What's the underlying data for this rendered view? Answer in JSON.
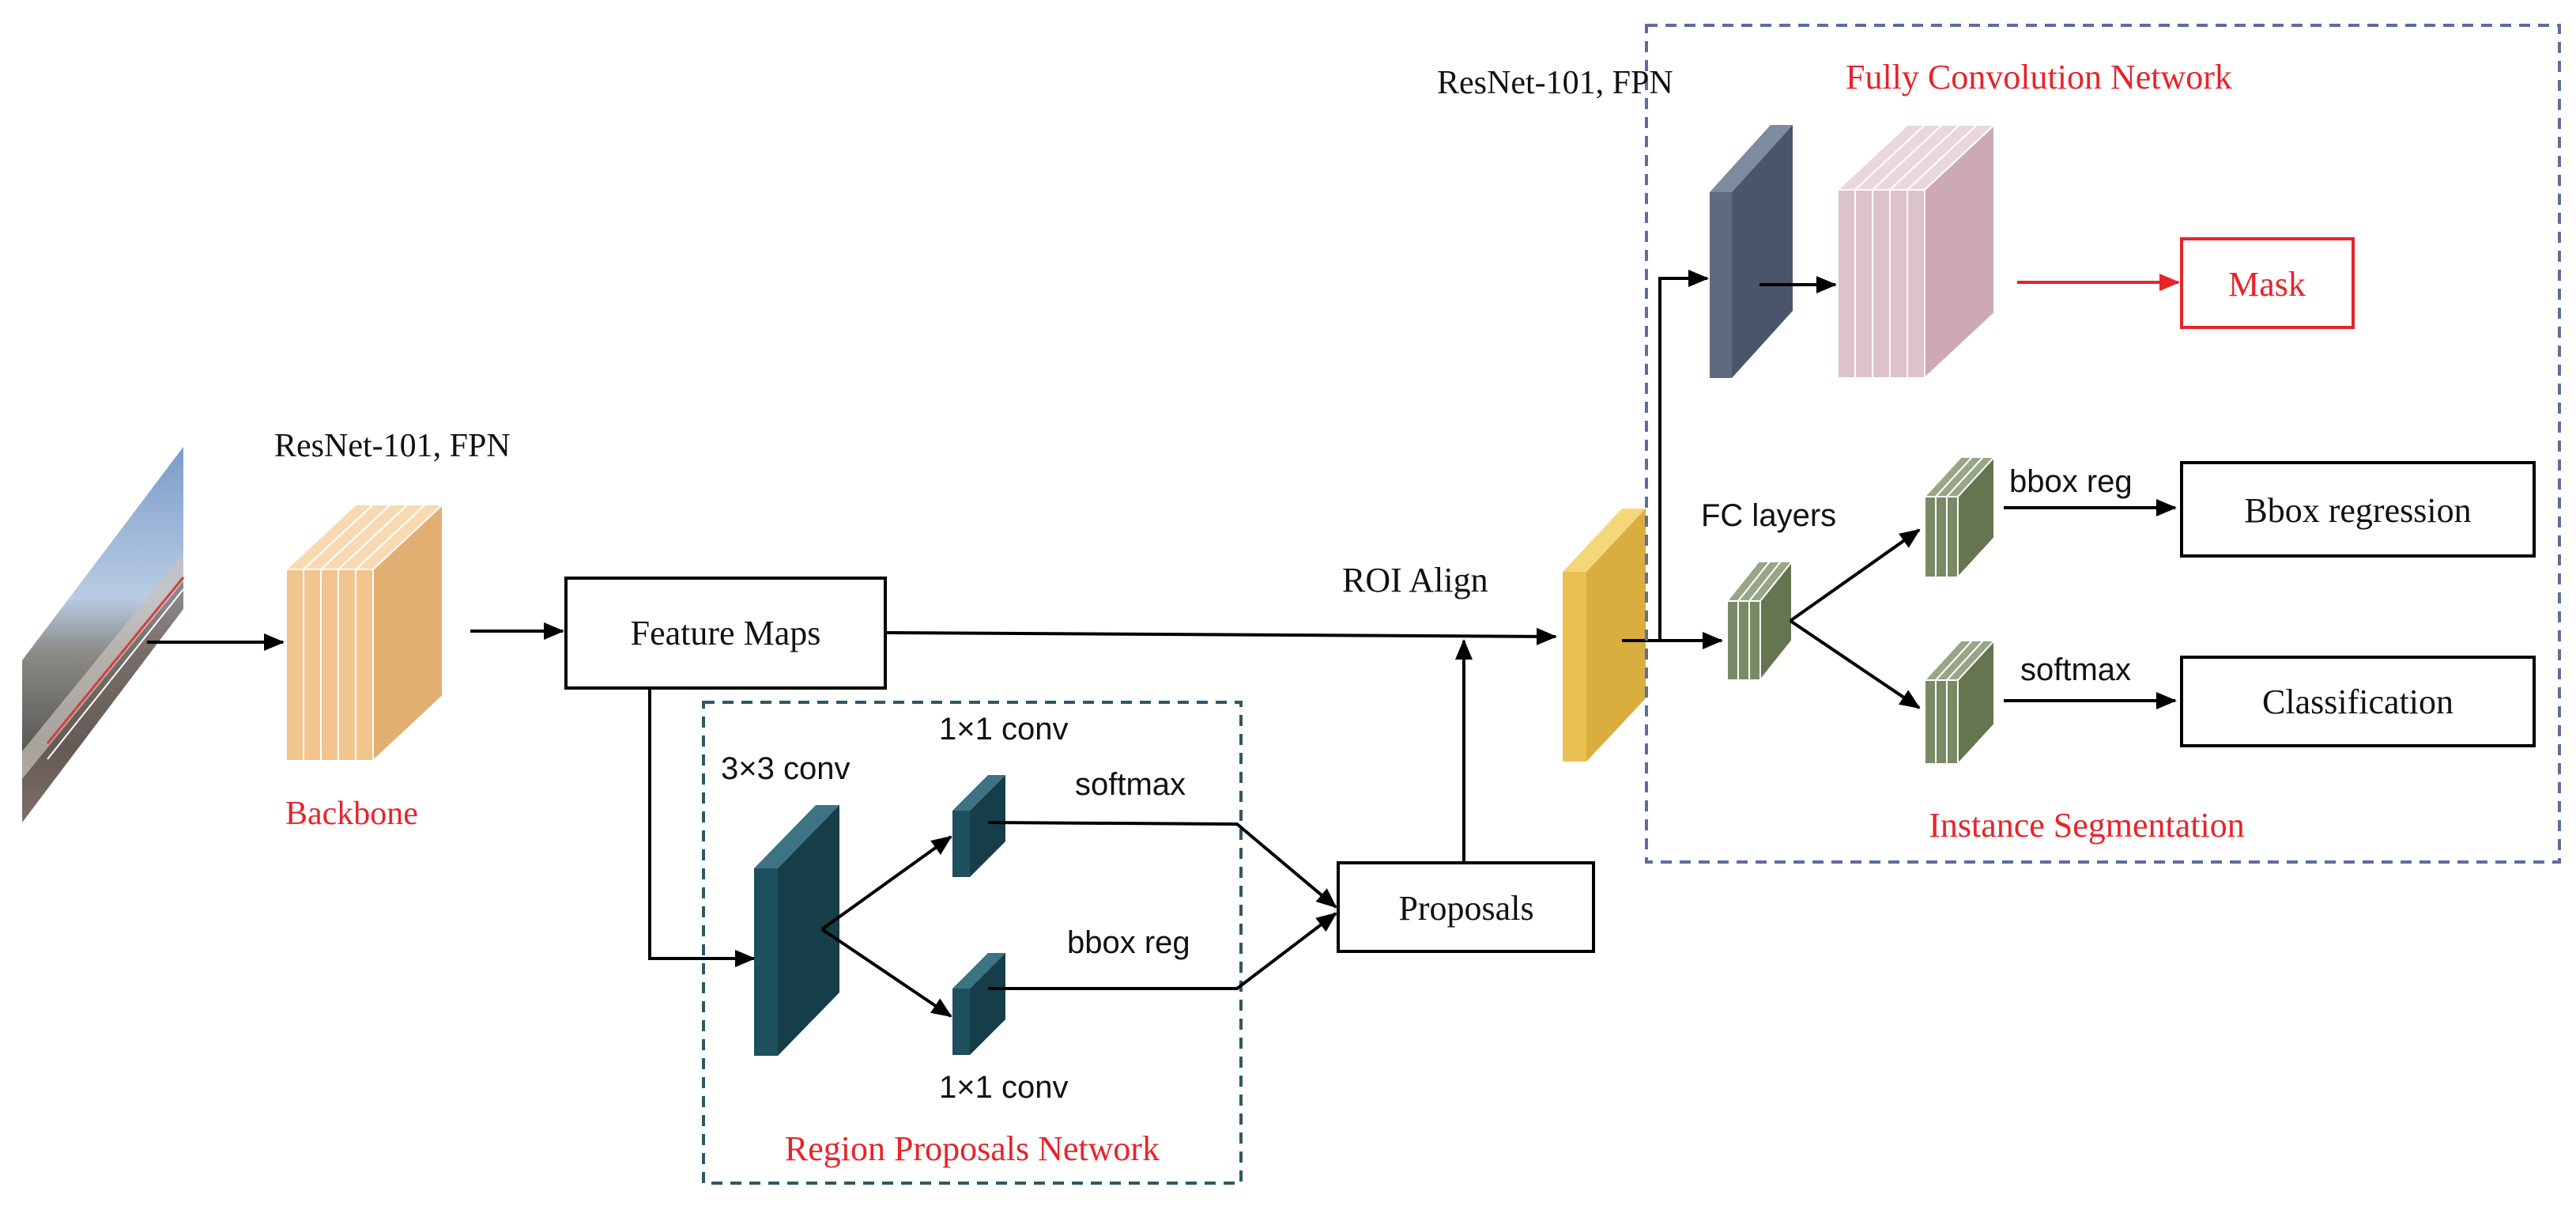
{
  "colors": {
    "backbone": "#F2C48E",
    "rpn": "#1E4F5C",
    "roi": "#E9C052",
    "fcn_conv": "#5E6A80",
    "fcn_stack": "#DCC3C9",
    "fc_layers": "#7A8A66",
    "red_label": "#E8232A",
    "dashed_border": "#5B6E9E",
    "rpn_border": "#2E5868"
  },
  "labels": {
    "backbone_title": "ResNet-101, FPN",
    "backbone": "Backbone",
    "feature_maps": "Feature Maps",
    "conv3x3": "3×3 conv",
    "conv1x1_top": "1×1 conv",
    "conv1x1_bottom": "1×1 conv",
    "softmax_rpn": "softmax",
    "bboxreg_rpn": "bbox reg",
    "rpn": "Region Proposals Network",
    "proposals": "Proposals",
    "roi_align": "ROI Align",
    "fcn_title": "ResNet-101, FPN",
    "fcn": "Fully Convolution Network",
    "mask": "Mask",
    "fc_layers": "FC layers",
    "bboxreg_head": "bbox reg",
    "softmax_head": "softmax",
    "bbox_regression": "Bbox regression",
    "classification": "Classification",
    "instance_seg": "Instance Segmentation"
  }
}
